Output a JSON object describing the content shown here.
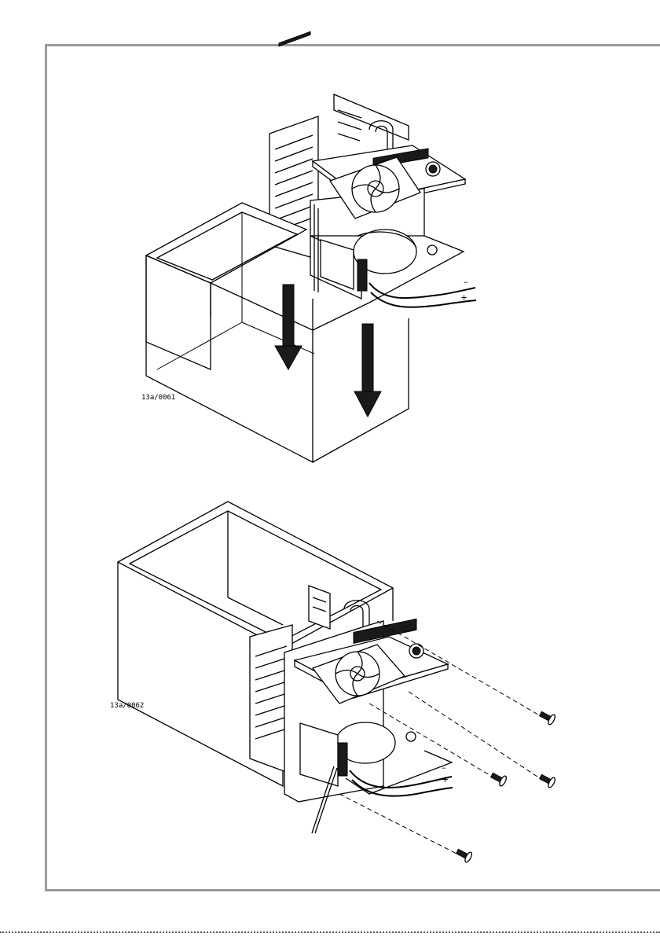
{
  "figure_top": {
    "code": "13a/0061"
  },
  "figure_bottom": {
    "code": "13a/0062"
  },
  "polarity": {
    "minus": "–",
    "plus": "+"
  },
  "icons": [
    "enclosure-box",
    "cooling-unit",
    "fan",
    "heat-sink",
    "arrow-down",
    "screw",
    "cable",
    "terminal-block"
  ]
}
